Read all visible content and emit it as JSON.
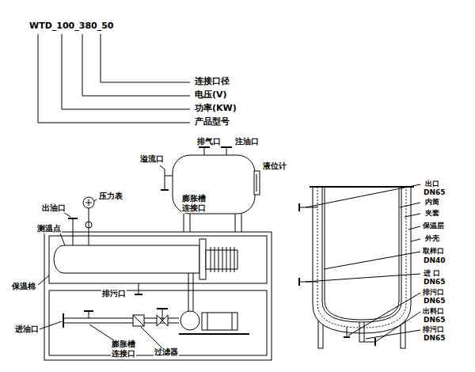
{
  "diagram": {
    "labels": [
      "WTD_100_380_50",
      "连接口径",
      "电压(V)",
      "功率(KW)",
      "产品型号",
      "排气口",
      "注油口",
      "溢流口",
      "液位计",
      "膨胀槽",
      "连接口",
      "压力表",
      "出油口",
      "测温点",
      "保温棉",
      "排污口",
      "进油口",
      "膨胀槽",
      "连接口",
      "过滤器",
      "出口",
      "DN65",
      "内筒",
      "夹套",
      "保温层",
      "外壳",
      "取样口",
      "DN40",
      "进 口",
      "DN65",
      "排污口",
      "DN65",
      "出料口",
      "DN65",
      "排污口",
      "DN65"
    ]
  }
}
